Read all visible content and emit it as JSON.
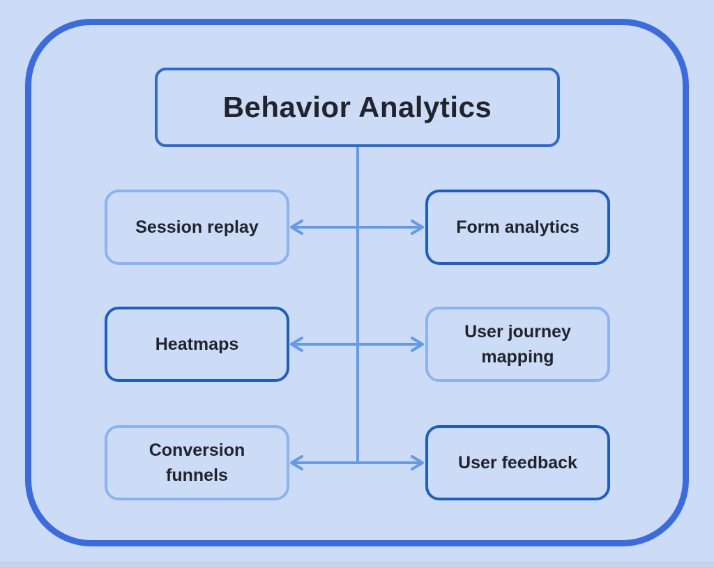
{
  "diagram": {
    "title": "Behavior Analytics",
    "nodes": [
      {
        "label": "Session replay",
        "position": "row-1 left",
        "border_style": "light"
      },
      {
        "label": "Form analytics",
        "position": "row-1 right",
        "border_style": "dark"
      },
      {
        "label": "Heatmaps",
        "position": "row-2 left",
        "border_style": "dark"
      },
      {
        "label": "User journey mapping",
        "position": "row-2 right",
        "border_style": "light"
      },
      {
        "label": "Conversion funnels",
        "position": "row-3 left",
        "border_style": "light"
      },
      {
        "label": "User feedback",
        "position": "row-3 right",
        "border_style": "dark"
      }
    ],
    "connectors": [
      {
        "type": "trunk",
        "description": "vertical line from title box down to bottom row"
      },
      {
        "type": "double-arrow",
        "between": [
          "Session replay",
          "Form analytics"
        ]
      },
      {
        "type": "double-arrow",
        "between": [
          "Heatmaps",
          "User journey mapping"
        ]
      },
      {
        "type": "double-arrow",
        "between": [
          "Conversion funnels",
          "User feedback"
        ]
      }
    ],
    "colors": {
      "background": "#cddcf6",
      "frame_border": "#3a6be0",
      "title_border": "#2b6ad3",
      "node_border_light": "#8ab3f3",
      "node_border_dark": "#1c5dc8",
      "connector": "#649ae9",
      "text": "#21242c",
      "strip": "#c7d1e7"
    }
  }
}
